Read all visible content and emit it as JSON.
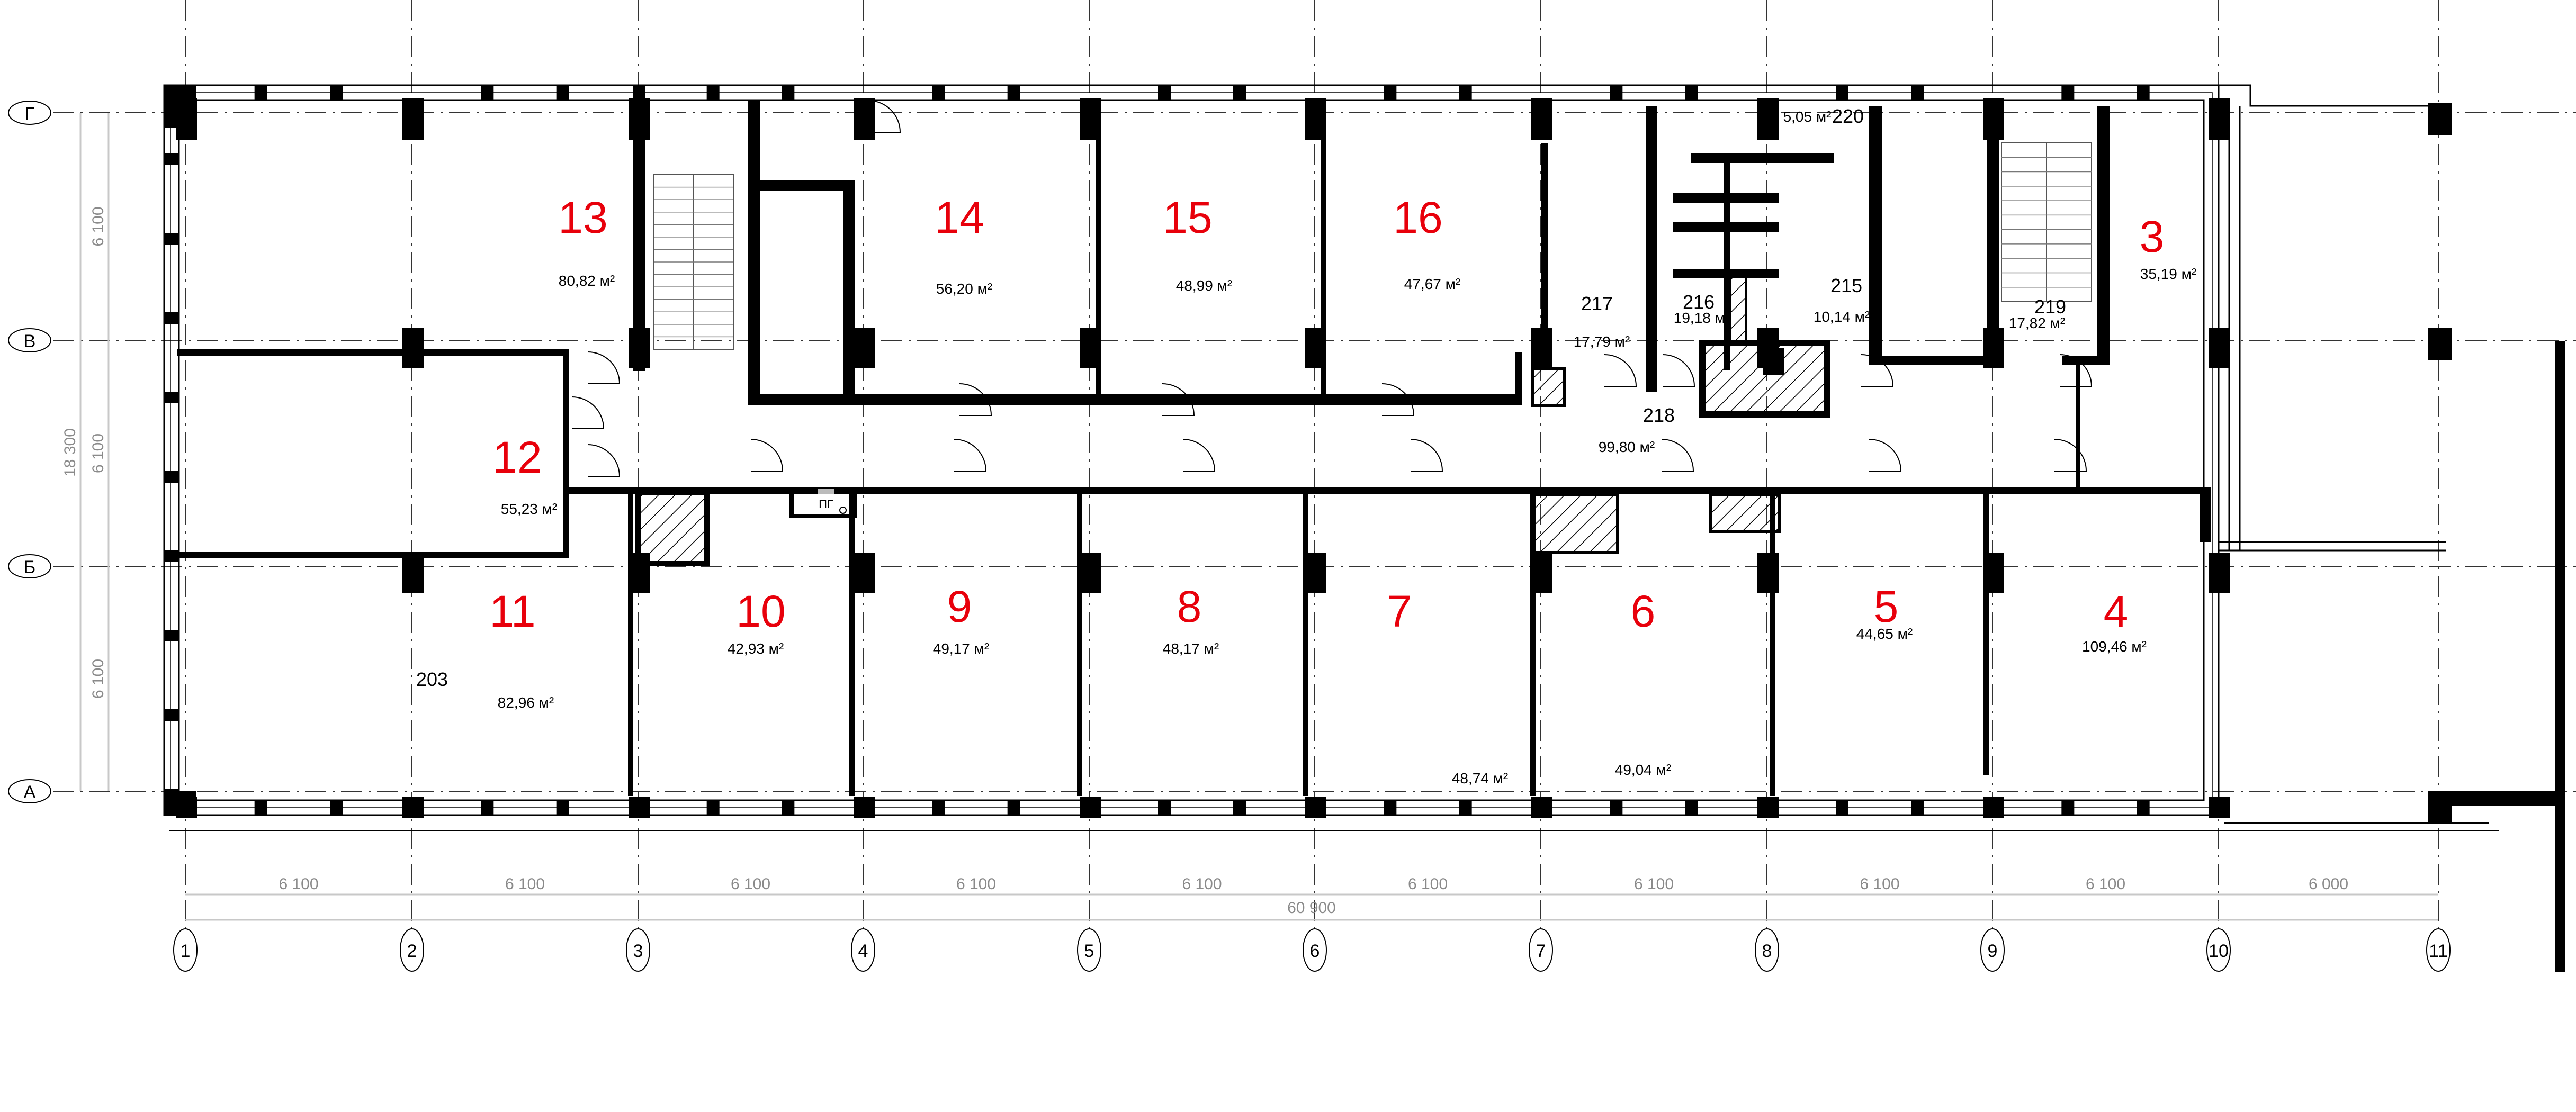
{
  "axes": {
    "rows": [
      "Г",
      "В",
      "Б",
      "А"
    ],
    "columns": [
      "1",
      "2",
      "3",
      "4",
      "5",
      "6",
      "7",
      "8",
      "9",
      "10",
      "11"
    ]
  },
  "dimensions": {
    "bottom_spans": [
      "6 100",
      "6 100",
      "6 100",
      "6 100",
      "6 100",
      "6 100",
      "6 100",
      "6 100",
      "6 100",
      "6 000"
    ],
    "bottom_total": "60 900",
    "left_spans": [
      "6 100",
      "6 100",
      "6 100"
    ],
    "left_total": "18 300"
  },
  "rooms": {
    "r13": {
      "number": "13",
      "area": "80,82 м²"
    },
    "r14": {
      "number": "14",
      "area": "56,20 м²"
    },
    "r15": {
      "number": "15",
      "area": "48,99 м²"
    },
    "r16": {
      "number": "16",
      "area": "47,67 м²"
    },
    "r3": {
      "number": "3",
      "area": "35,19 м²"
    },
    "r12": {
      "number": "12",
      "area": "55,23 м²"
    },
    "r11": {
      "number": "11",
      "code": "203",
      "area": "82,96 м²"
    },
    "r10": {
      "number": "10",
      "area": "42,93 м²"
    },
    "r9": {
      "number": "9",
      "area": "49,17 м²"
    },
    "r8": {
      "number": "8",
      "area": "48,17 м²"
    },
    "r7": {
      "number": "7",
      "area": "48,74 м²"
    },
    "r6": {
      "number": "6",
      "area": "49,04 м²"
    },
    "r5": {
      "number": "5",
      "area": "44,65 м²"
    },
    "r4": {
      "number": "4",
      "area": "109,46 м²"
    },
    "r217": {
      "code": "217",
      "area": "17,79 м²"
    },
    "r216": {
      "code": "216",
      "area": "19,18 м²"
    },
    "r215": {
      "code": "215",
      "area": "10,14 м²"
    },
    "r219": {
      "code": "219",
      "area": "17,82 м²"
    },
    "r220": {
      "code": "220",
      "area": "5,05 м²"
    },
    "r218": {
      "code": "218",
      "area": "99,80 м²"
    }
  },
  "equipment": {
    "fire_hydrant": "ПГ"
  },
  "colors": {
    "room_number": "#e8000b",
    "walls": "#000000",
    "dimensions": "#8a8a8a"
  }
}
